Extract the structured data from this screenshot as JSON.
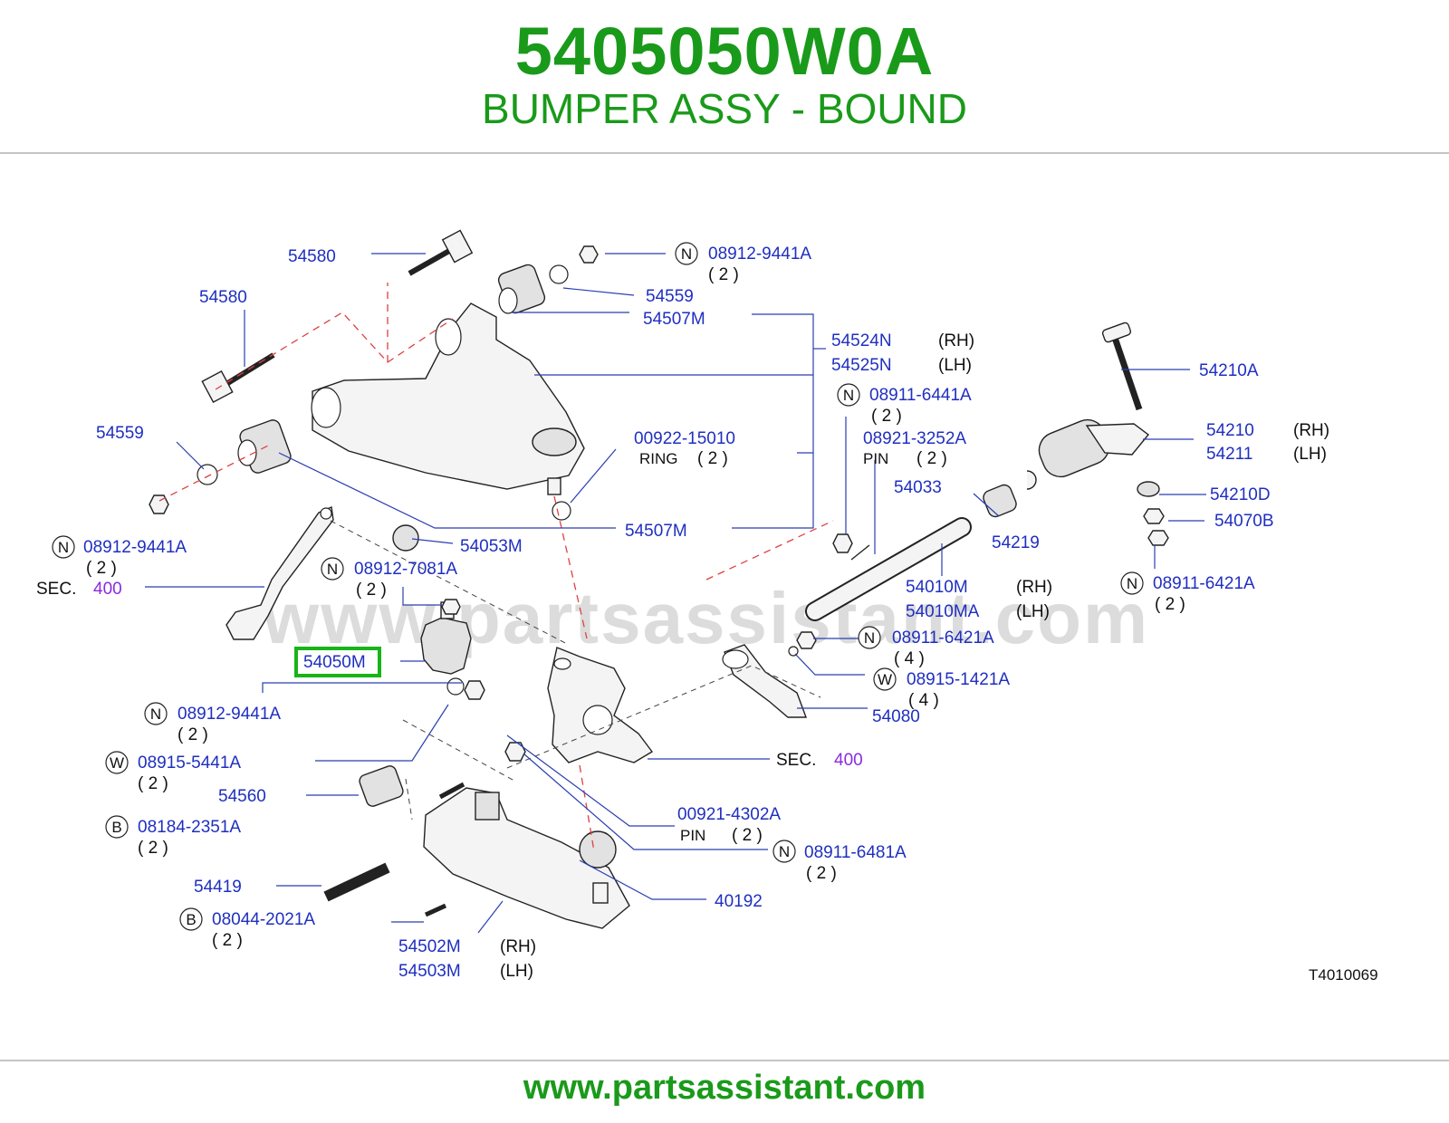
{
  "header": {
    "part_number": "5405050W0A",
    "part_name": "BUMPER ASSY - BOUND"
  },
  "footer": {
    "url": "www.partsassistant.com"
  },
  "watermark": "www.partsassistant.com",
  "diagram_code": "T4010069",
  "highlight_color": "#18b418",
  "labels": {
    "l1": "54580",
    "l2": "08912-9441A",
    "l2q": "( 2 )",
    "l3": "54559",
    "l4": "54580",
    "l5": "54507M",
    "l6a": "54524N",
    "l6ar": "(RH)",
    "l6b": "54525N",
    "l6bl": "(LH)",
    "l7": "08911-6441A",
    "l7q": "( 2 )",
    "l8": "08921-3252A",
    "l8p": "PIN",
    "l8q": "( 2 )",
    "l9": "54210A",
    "l10a": "54210",
    "l10ar": "(RH)",
    "l10b": "54211",
    "l10bl": "(LH)",
    "l11": "54559",
    "l12": "00922-15010",
    "l12p": "RING",
    "l12q": "( 2 )",
    "l13": "54033",
    "l14": "54210D",
    "l15": "54219",
    "l16": "54070B",
    "l17": "08912-9441A",
    "l17q": "( 2 )",
    "l18": "54053M",
    "l19": "54507M",
    "l20p": "SEC.",
    "l20n": "400",
    "l21": "08912-7081A",
    "l21q": "( 2 )",
    "l22a": "54010M",
    "l22ar": "(RH)",
    "l22b": "54010MA",
    "l22bl": "(LH)",
    "l23": "08911-6421A",
    "l23q": "( 2 )",
    "l24": "08911-6421A",
    "l24q": "( 4 )",
    "l25": "54050M",
    "l26": "08915-1421A",
    "l26q": "( 4 )",
    "l27": "08912-9441A",
    "l27q": "( 2 )",
    "l28": "54080",
    "l29": "08915-5441A",
    "l29q": "( 2 )",
    "l30p": "SEC.",
    "l30n": "400",
    "l31": "54560",
    "l32": "08184-2351A",
    "l32q": "( 2 )",
    "l33": "00921-4302A",
    "l33p": "PIN",
    "l33q": "( 2 )",
    "l34": "08911-6481A",
    "l34q": "( 2 )",
    "l35": "54419",
    "l36": "40192",
    "l37": "08044-2021A",
    "l37q": "( 2 )",
    "l38a": "54502M",
    "l38ar": "(RH)",
    "l38b": "54503M",
    "l38bl": "(LH)"
  },
  "prefix": {
    "n": "N",
    "w": "W",
    "b": "B"
  }
}
